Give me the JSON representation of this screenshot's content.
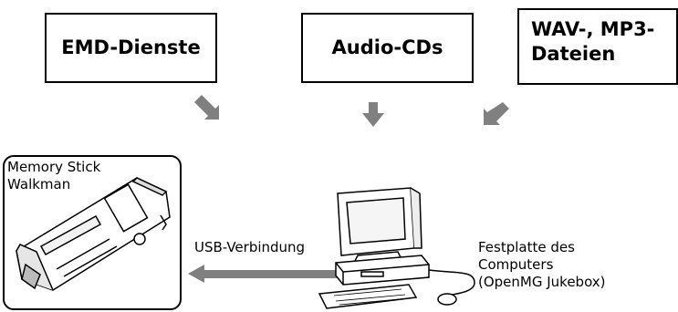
{
  "sources": {
    "emd": "EMD-Dienste",
    "cd": "Audio-CDs",
    "wav_line1": "WAV-, MP3-",
    "wav_line2": "Dateien"
  },
  "device": {
    "line1": "Memory Stick",
    "line2": "Walkman"
  },
  "connection": "USB-Verbindung",
  "storage": {
    "line1": "Festplatte des",
    "line2": "Computers",
    "line3": "(OpenMG Jukebox)"
  },
  "colors": {
    "arrow": "#808080",
    "stroke": "#000000"
  }
}
